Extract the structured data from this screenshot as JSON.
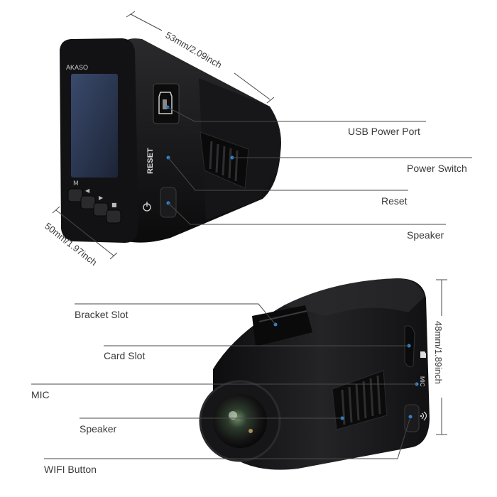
{
  "brand_text": "AKASO",
  "top_view": {
    "width_dimension": "53mm/2.09inch",
    "depth_dimension": "50mm/1.97inch",
    "reset_marking": "RESET",
    "button_marks": [
      "M",
      "◀",
      "▶",
      "■"
    ],
    "callouts": [
      "USB Power Port",
      "Power Switch",
      "Reset",
      "Speaker"
    ]
  },
  "bottom_view": {
    "height_dimension": "48mm/1.89inch",
    "mic_marking": "MIC",
    "callouts": [
      "Bracket Slot",
      "Card Slot",
      "MIC",
      "Speaker",
      "WIFI Button"
    ]
  },
  "colors": {
    "device_body": "#1a1a1c",
    "screen": "#2d3a56",
    "callout_dot": "#2f86d6",
    "text": "#3a3a3a"
  },
  "icons": [
    "power-icon",
    "usb-port-icon",
    "wifi-icon",
    "sd-card-icon"
  ]
}
